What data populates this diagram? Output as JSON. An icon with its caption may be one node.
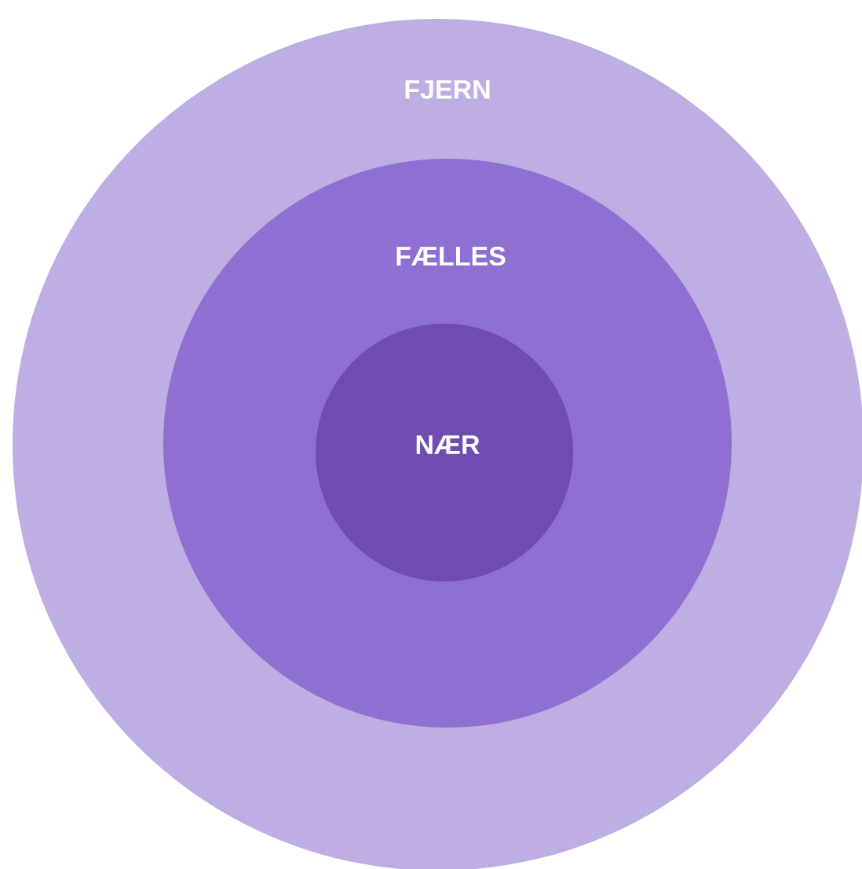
{
  "diagram": {
    "nodes": [
      {
        "text": [
          "FJERN"
        ]
      },
      {
        "text": [
          "FÆLLES"
        ],
        "in": 0
      },
      {
        "text": [
          "NÆR"
        ],
        "in": 1
      }
    ]
  }
}
